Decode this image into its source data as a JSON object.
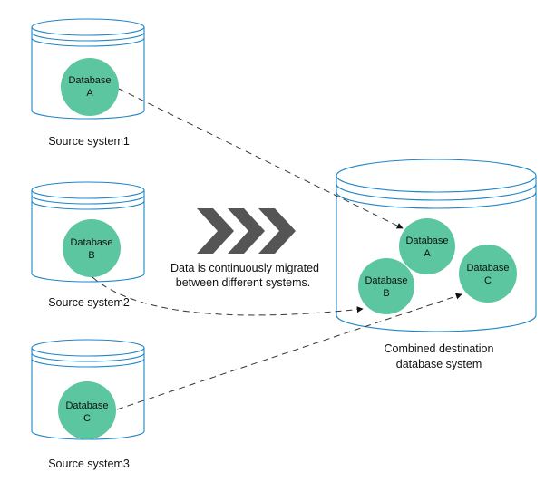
{
  "colors": {
    "cylinder_stroke": "#1f86c7",
    "database_fill": "#5cc6a0",
    "chevron_fill": "#555555",
    "arrow": "#333333"
  },
  "sources": [
    {
      "caption": "Source system1",
      "db_name": "Database",
      "db_letter": "A"
    },
    {
      "caption": "Source system2",
      "db_name": "Database",
      "db_letter": "B"
    },
    {
      "caption": "Source system3",
      "db_name": "Database",
      "db_letter": "C"
    }
  ],
  "destination": {
    "caption_line1": "Combined destination",
    "caption_line2": "database system",
    "databases": [
      {
        "name": "Database",
        "letter": "A"
      },
      {
        "name": "Database",
        "letter": "B"
      },
      {
        "name": "Database",
        "letter": "C"
      }
    ]
  },
  "migration_note": {
    "line1": "Data is continuously migrated",
    "line2": "between different systems."
  },
  "icons": {
    "chevrons": "triple-chevron-right-icon"
  }
}
